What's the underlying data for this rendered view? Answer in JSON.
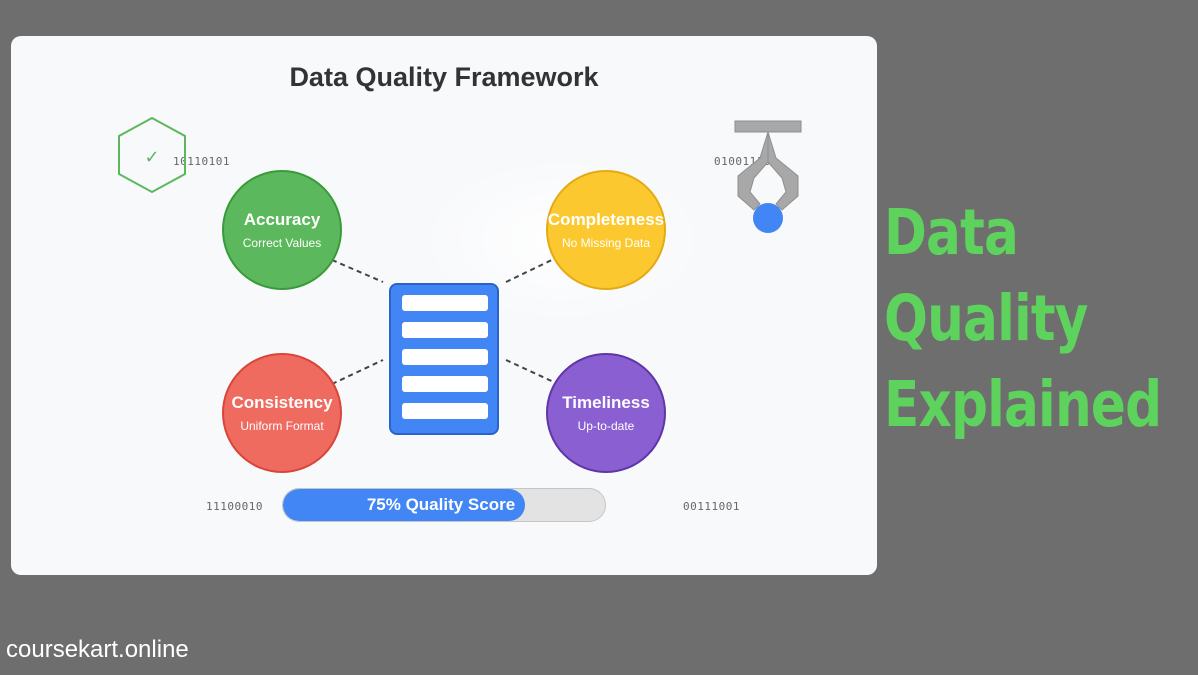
{
  "title": "Data Quality Framework",
  "headline": {
    "line1": "Data",
    "line2": "Quality",
    "line3": "Explained"
  },
  "dimensions": [
    {
      "title": "Accuracy",
      "subtitle": "Correct Values",
      "color": "#5cb85c"
    },
    {
      "title": "Completeness",
      "subtitle": "No Missing Data",
      "color": "#fbc92f"
    },
    {
      "title": "Consistency",
      "subtitle": "Uniform Format",
      "color": "#ef6a5f"
    },
    {
      "title": "Timeliness",
      "subtitle": "Up-to-date",
      "color": "#8a5fd1"
    }
  ],
  "binary": {
    "top_left": "10110101",
    "top_right": "01001110",
    "bottom_left": "11100010",
    "bottom_right": "00111001"
  },
  "quality_score": {
    "label": "75% Quality Score",
    "fraction": 0.75
  },
  "icons": {
    "shield": "shield-check-icon",
    "database": "database-icon",
    "claw": "robotic-claw-icon"
  },
  "colors": {
    "background": "#6e6e6e",
    "headline": "#5dd35d",
    "primary_blue": "#4285f4"
  },
  "footer": {
    "site": "coursekart.online"
  }
}
